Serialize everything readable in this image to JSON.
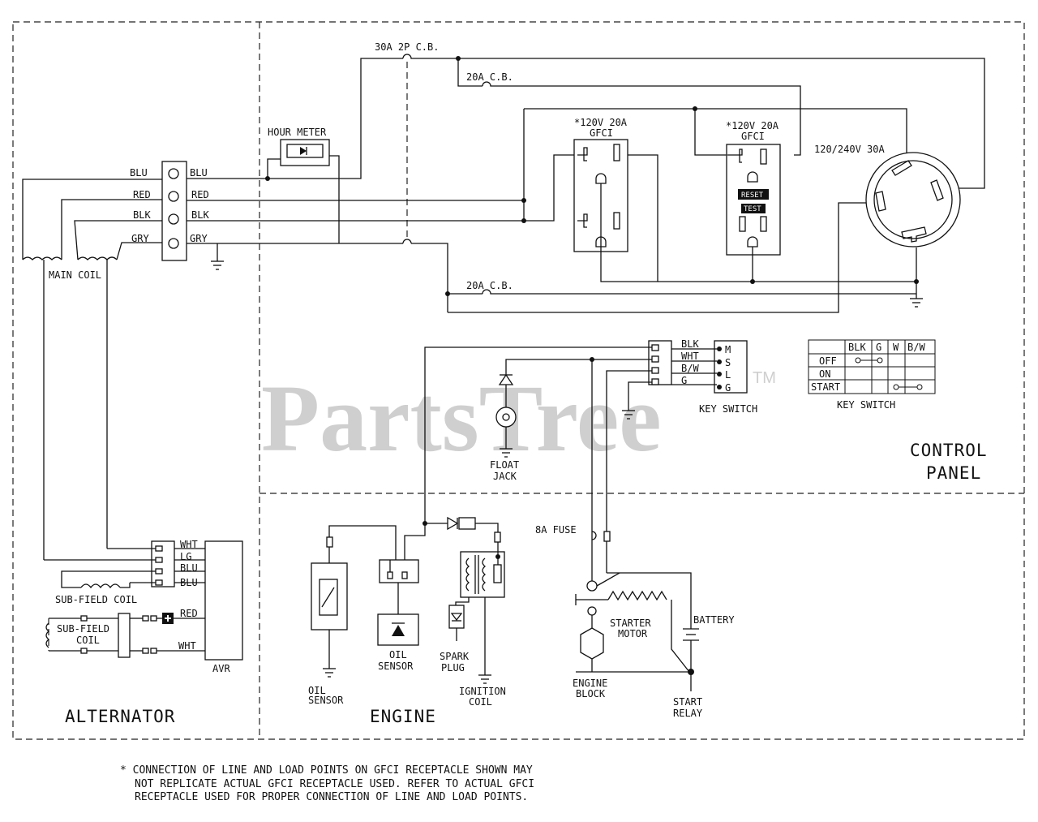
{
  "sections": {
    "alternator": "ALTERNATOR",
    "engine": "ENGINE",
    "control_panel_1": "CONTROL",
    "control_panel_2": "PANEL"
  },
  "watermark": {
    "text": "PartsTree",
    "tm": "TM"
  },
  "labels": {
    "cb_30a": "30A 2P C.B.",
    "cb_20a_top": "20A C.B.",
    "cb_20a_bottom": "20A C.B.",
    "hour_meter": "HOUR METER",
    "gfci1_rating": "*120V 20A",
    "gfci1_type": "GFCI",
    "gfci2_rating": "*120V 20A",
    "gfci2_type": "GFCI",
    "gfci_reset": "RESET",
    "gfci_test": "TEST",
    "twistlock": "120/240V 30A",
    "term_left": [
      "BLU",
      "RED",
      "BLK",
      "GRY"
    ],
    "term_right": [
      "BLU",
      "RED",
      "BLK",
      "GRY"
    ],
    "main_coil": "MAIN COIL",
    "ks_wires": [
      "BLK",
      "WHT",
      "B/W",
      "G"
    ],
    "ks_pins": [
      "M",
      "S",
      "L",
      "G"
    ],
    "key_switch": "KEY SWITCH",
    "float_jack_1": "FLOAT",
    "float_jack_2": "JACK",
    "avr_wires": [
      "WHT",
      "LG",
      "BLU",
      "BLU"
    ],
    "subfield_coil": "SUB-FIELD COIL",
    "subfield_box_1": "SUB-FIELD",
    "subfield_box_2": "COIL",
    "avr_red": "RED",
    "avr_wht": "WHT",
    "avr": "AVR",
    "oil_sensor_left_1": "OIL",
    "oil_sensor_left_2": "SENSOR",
    "oil_sensor_mid_1": "OIL",
    "oil_sensor_mid_2": "SENSOR",
    "spark_plug_1": "SPARK",
    "spark_plug_2": "PLUG",
    "ignition_coil_1": "IGNITION",
    "ignition_coil_2": "COIL",
    "fuse": "8A FUSE",
    "starter_motor_1": "STARTER",
    "starter_motor_2": "MOTOR",
    "battery": "BATTERY",
    "engine_block_1": "ENGINE",
    "engine_block_2": "BLOCK",
    "start_relay_1": "START",
    "start_relay_2": "RELAY"
  },
  "key_switch_table": {
    "headers": [
      "",
      "BLK",
      "G",
      "W",
      "B/W"
    ],
    "rows": [
      "OFF",
      "ON",
      "START"
    ],
    "caption": "KEY SWITCH"
  },
  "footnote": [
    "* CONNECTION OF LINE AND LOAD POINTS  ON GFCI  RECEPTACLE SHOWN MAY",
    "NOT REPLICATE ACTUAL GFCI RECEPTACLE USED.  REFER TO ACTUAL GFCI",
    "RECEPTACLE USED FOR PROPER CONNECTION OF LINE AND LOAD POINTS."
  ]
}
